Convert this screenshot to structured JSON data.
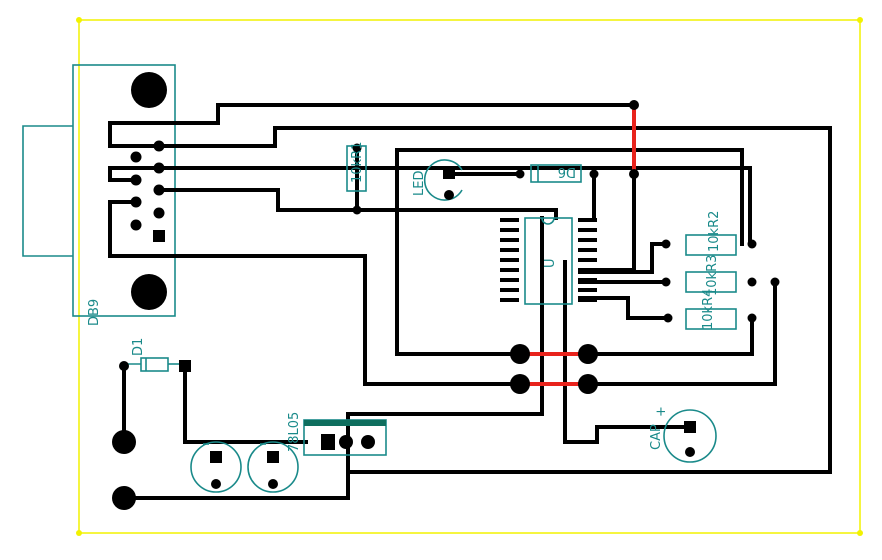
{
  "colors": {
    "board_border": "#f2f200",
    "trace": "#000000",
    "jumper": "#e8231c",
    "silkscreen": "#1a8a8a",
    "regulator_bar": "#0e6e5e",
    "background": "#ffffff"
  },
  "labels": {
    "db9": "DB9",
    "r1": "10kR1",
    "led": "LED",
    "diode_led": "D6",
    "ic": "U",
    "r2": "10kR2",
    "r3": "10kR3",
    "r4": "10kR4",
    "d1": "D1",
    "regulator": "78L05",
    "cap": "CAP",
    "cap_plus": "+"
  }
}
